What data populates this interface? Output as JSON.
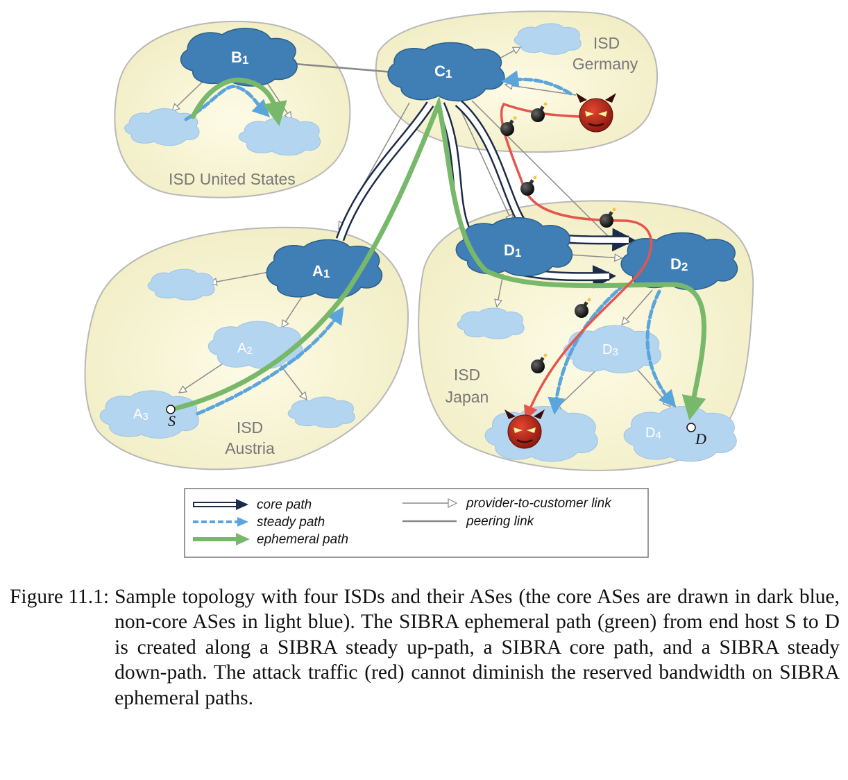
{
  "isds": {
    "us": "ISD United States",
    "germany_line1": "ISD",
    "germany_line2": "Germany",
    "austria_line1": "ISD",
    "austria_line2": "Austria",
    "japan_line1": "ISD",
    "japan_line2": "Japan"
  },
  "ases": {
    "b1": {
      "main": "B",
      "sub": "1"
    },
    "c1": {
      "main": "C",
      "sub": "1"
    },
    "a1": {
      "main": "A",
      "sub": "1"
    },
    "a2": {
      "main": "A",
      "sub": "2"
    },
    "a3": {
      "main": "A",
      "sub": "3"
    },
    "d1": {
      "main": "D",
      "sub": "1"
    },
    "d2": {
      "main": "D",
      "sub": "2"
    },
    "d3": {
      "main": "D",
      "sub": "3"
    },
    "d4": {
      "main": "D",
      "sub": "4"
    }
  },
  "hosts": {
    "source": "S",
    "destination": "D"
  },
  "legend": {
    "core_path": "core path",
    "steady_path": "steady path",
    "ephemeral_path": "ephemeral path",
    "provider_link": "provider-to-customer link",
    "peering_link": "peering link"
  },
  "caption": {
    "number": "Figure 11.1:",
    "text": "Sample topology with four ISDs and their ASes (the core ASes are drawn in dark blue, non-core ASes in light blue). The SIBRA ephemeral path (green) from end host S to D is created along a SIBRA steady up-path, a SIBRA core path, and a SIBRA steady down-path. The attack traffic (red) cannot diminish the reserved bandwidth on SIBRA ephemeral paths."
  },
  "colors": {
    "isd_fill": "#f6f3cf",
    "core_as": "#3f7fb5",
    "noncore_as": "#b4d5f0",
    "ephemeral": "#78b86a",
    "steady": "#5aa5dc",
    "attack": "#e5554c",
    "core_path": "#1c2b4a"
  }
}
